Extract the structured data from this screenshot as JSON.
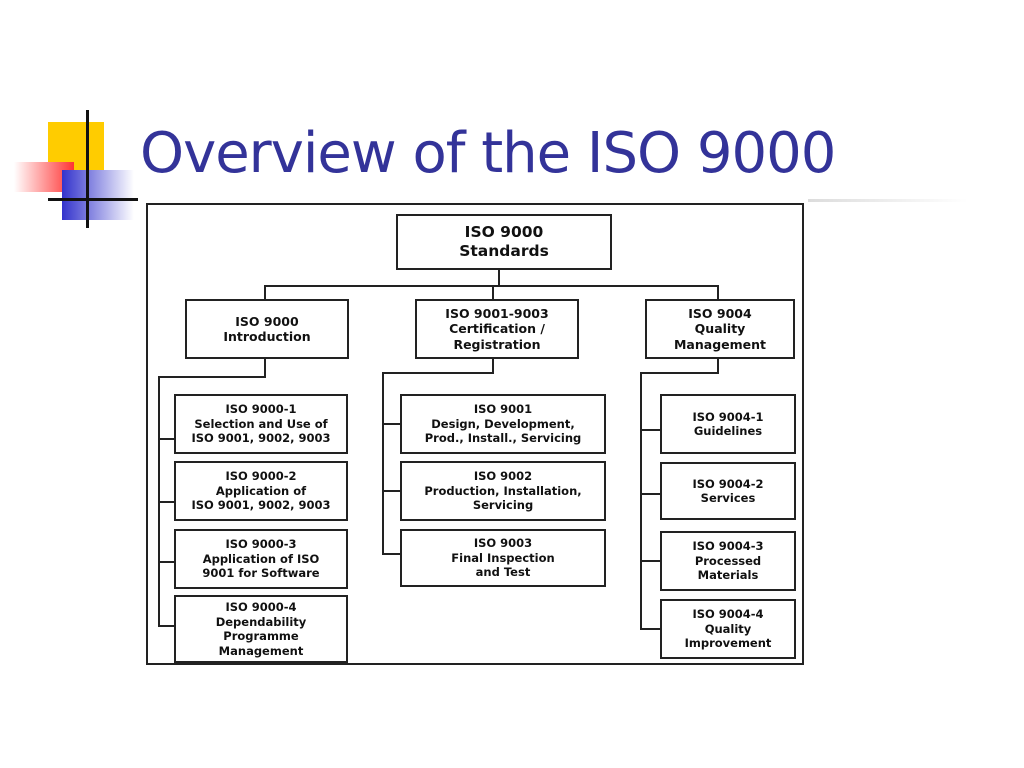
{
  "slide": {
    "title": "Overview of the ISO 9000"
  },
  "diagram": {
    "root": [
      "ISO 9000",
      "Standards"
    ],
    "branches": [
      {
        "header": [
          "ISO 9000",
          "Introduction"
        ],
        "children": [
          [
            "ISO 9000-1",
            "Selection and Use of",
            "ISO 9001, 9002, 9003"
          ],
          [
            "ISO 9000-2",
            "Application of",
            "ISO 9001, 9002, 9003"
          ],
          [
            "ISO 9000-3",
            "Application of ISO",
            "9001 for Software"
          ],
          [
            "ISO 9000-4",
            "Dependability",
            "Programme",
            "Management"
          ]
        ]
      },
      {
        "header": [
          "ISO 9001-9003",
          "Certification /",
          "Registration"
        ],
        "children": [
          [
            "ISO 9001",
            "Design, Development,",
            "Prod., Install., Servicing"
          ],
          [
            "ISO 9002",
            "Production, Installation,",
            "Servicing"
          ],
          [
            "ISO 9003",
            "Final Inspection",
            "and Test"
          ]
        ]
      },
      {
        "header": [
          "ISO 9004",
          "Quality",
          "Management"
        ],
        "children": [
          [
            "ISO 9004-1",
            "Guidelines"
          ],
          [
            "ISO 9004-2",
            "Services"
          ],
          [
            "ISO 9004-3",
            "Processed",
            "Materials"
          ],
          [
            "ISO 9004-4",
            "Quality",
            "Improvement"
          ]
        ]
      }
    ]
  },
  "colors": {
    "title": "#333399",
    "deco_yellow": "#ffcc00",
    "deco_red": "#ff3333",
    "deco_blue": "#3333cc",
    "lines": "#222222"
  }
}
